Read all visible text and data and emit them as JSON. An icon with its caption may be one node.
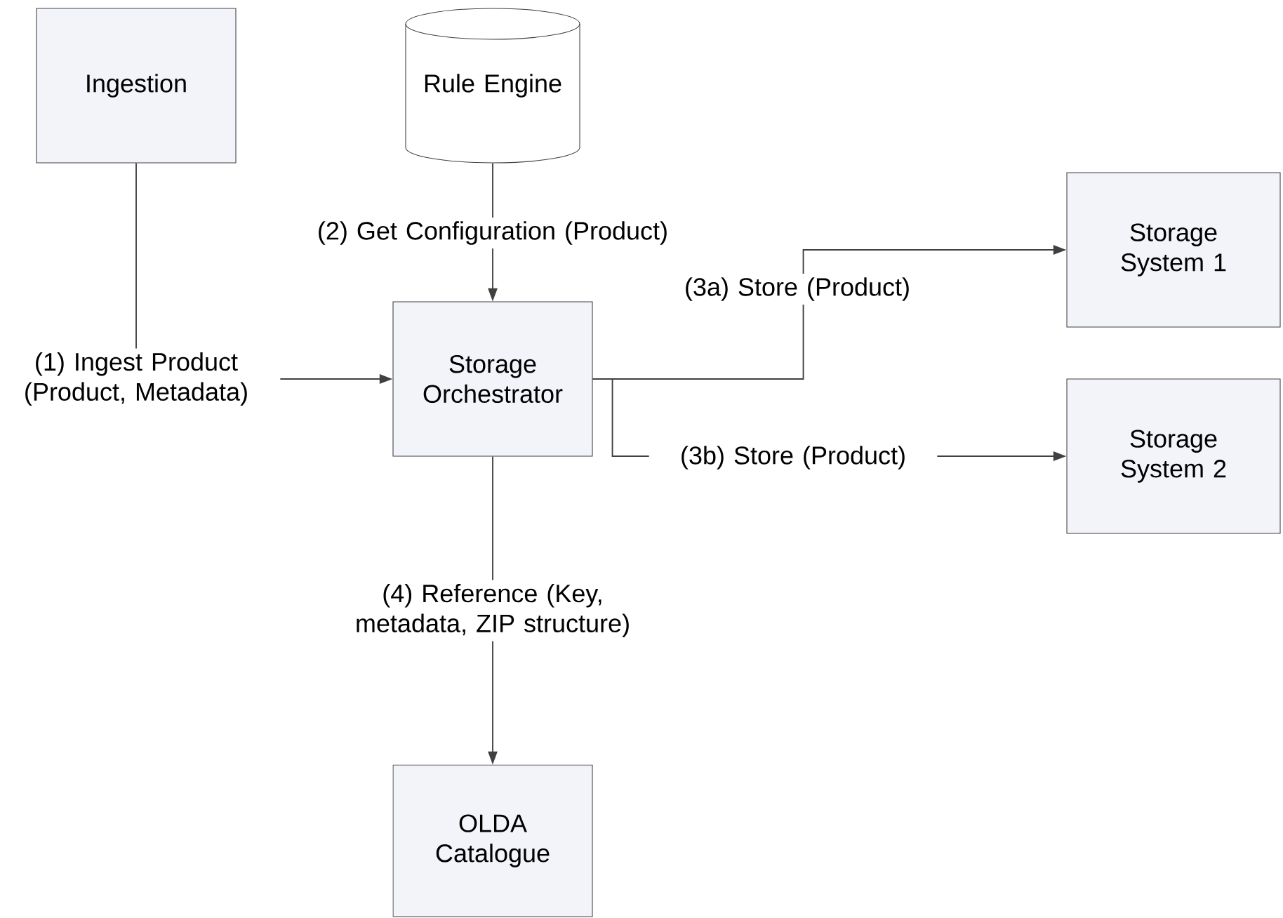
{
  "diagram": {
    "nodes": [
      {
        "text": [
          "Ingestion"
        ]
      },
      {
        "text": [
          "Rule Engine"
        ]
      },
      {
        "text": [
          "Storage Orchestrator"
        ]
      },
      {
        "text": [
          "Storage System 1"
        ]
      },
      {
        "text": [
          "Storage System 2"
        ]
      },
      {
        "text": [
          "OLDA Catalogue"
        ]
      }
    ],
    "edges": [
      {
        "from": 0,
        "to": 2,
        "arrow": "to",
        "label": "(1) Ingest Product (Product, Metadata)"
      },
      {
        "from": 1,
        "to": 2,
        "arrow": "to",
        "label": "(2) Get Configuration (Product)"
      },
      {
        "from": 2,
        "to": 3,
        "arrow": "to",
        "label": "(3a) Store (Product)"
      },
      {
        "from": 2,
        "to": 4,
        "arrow": "to",
        "label": "(3b) Store (Product)"
      },
      {
        "from": 2,
        "to": 5,
        "arrow": "to",
        "label": "(4) Reference (Key, metadata, ZIP structure)"
      }
    ]
  }
}
